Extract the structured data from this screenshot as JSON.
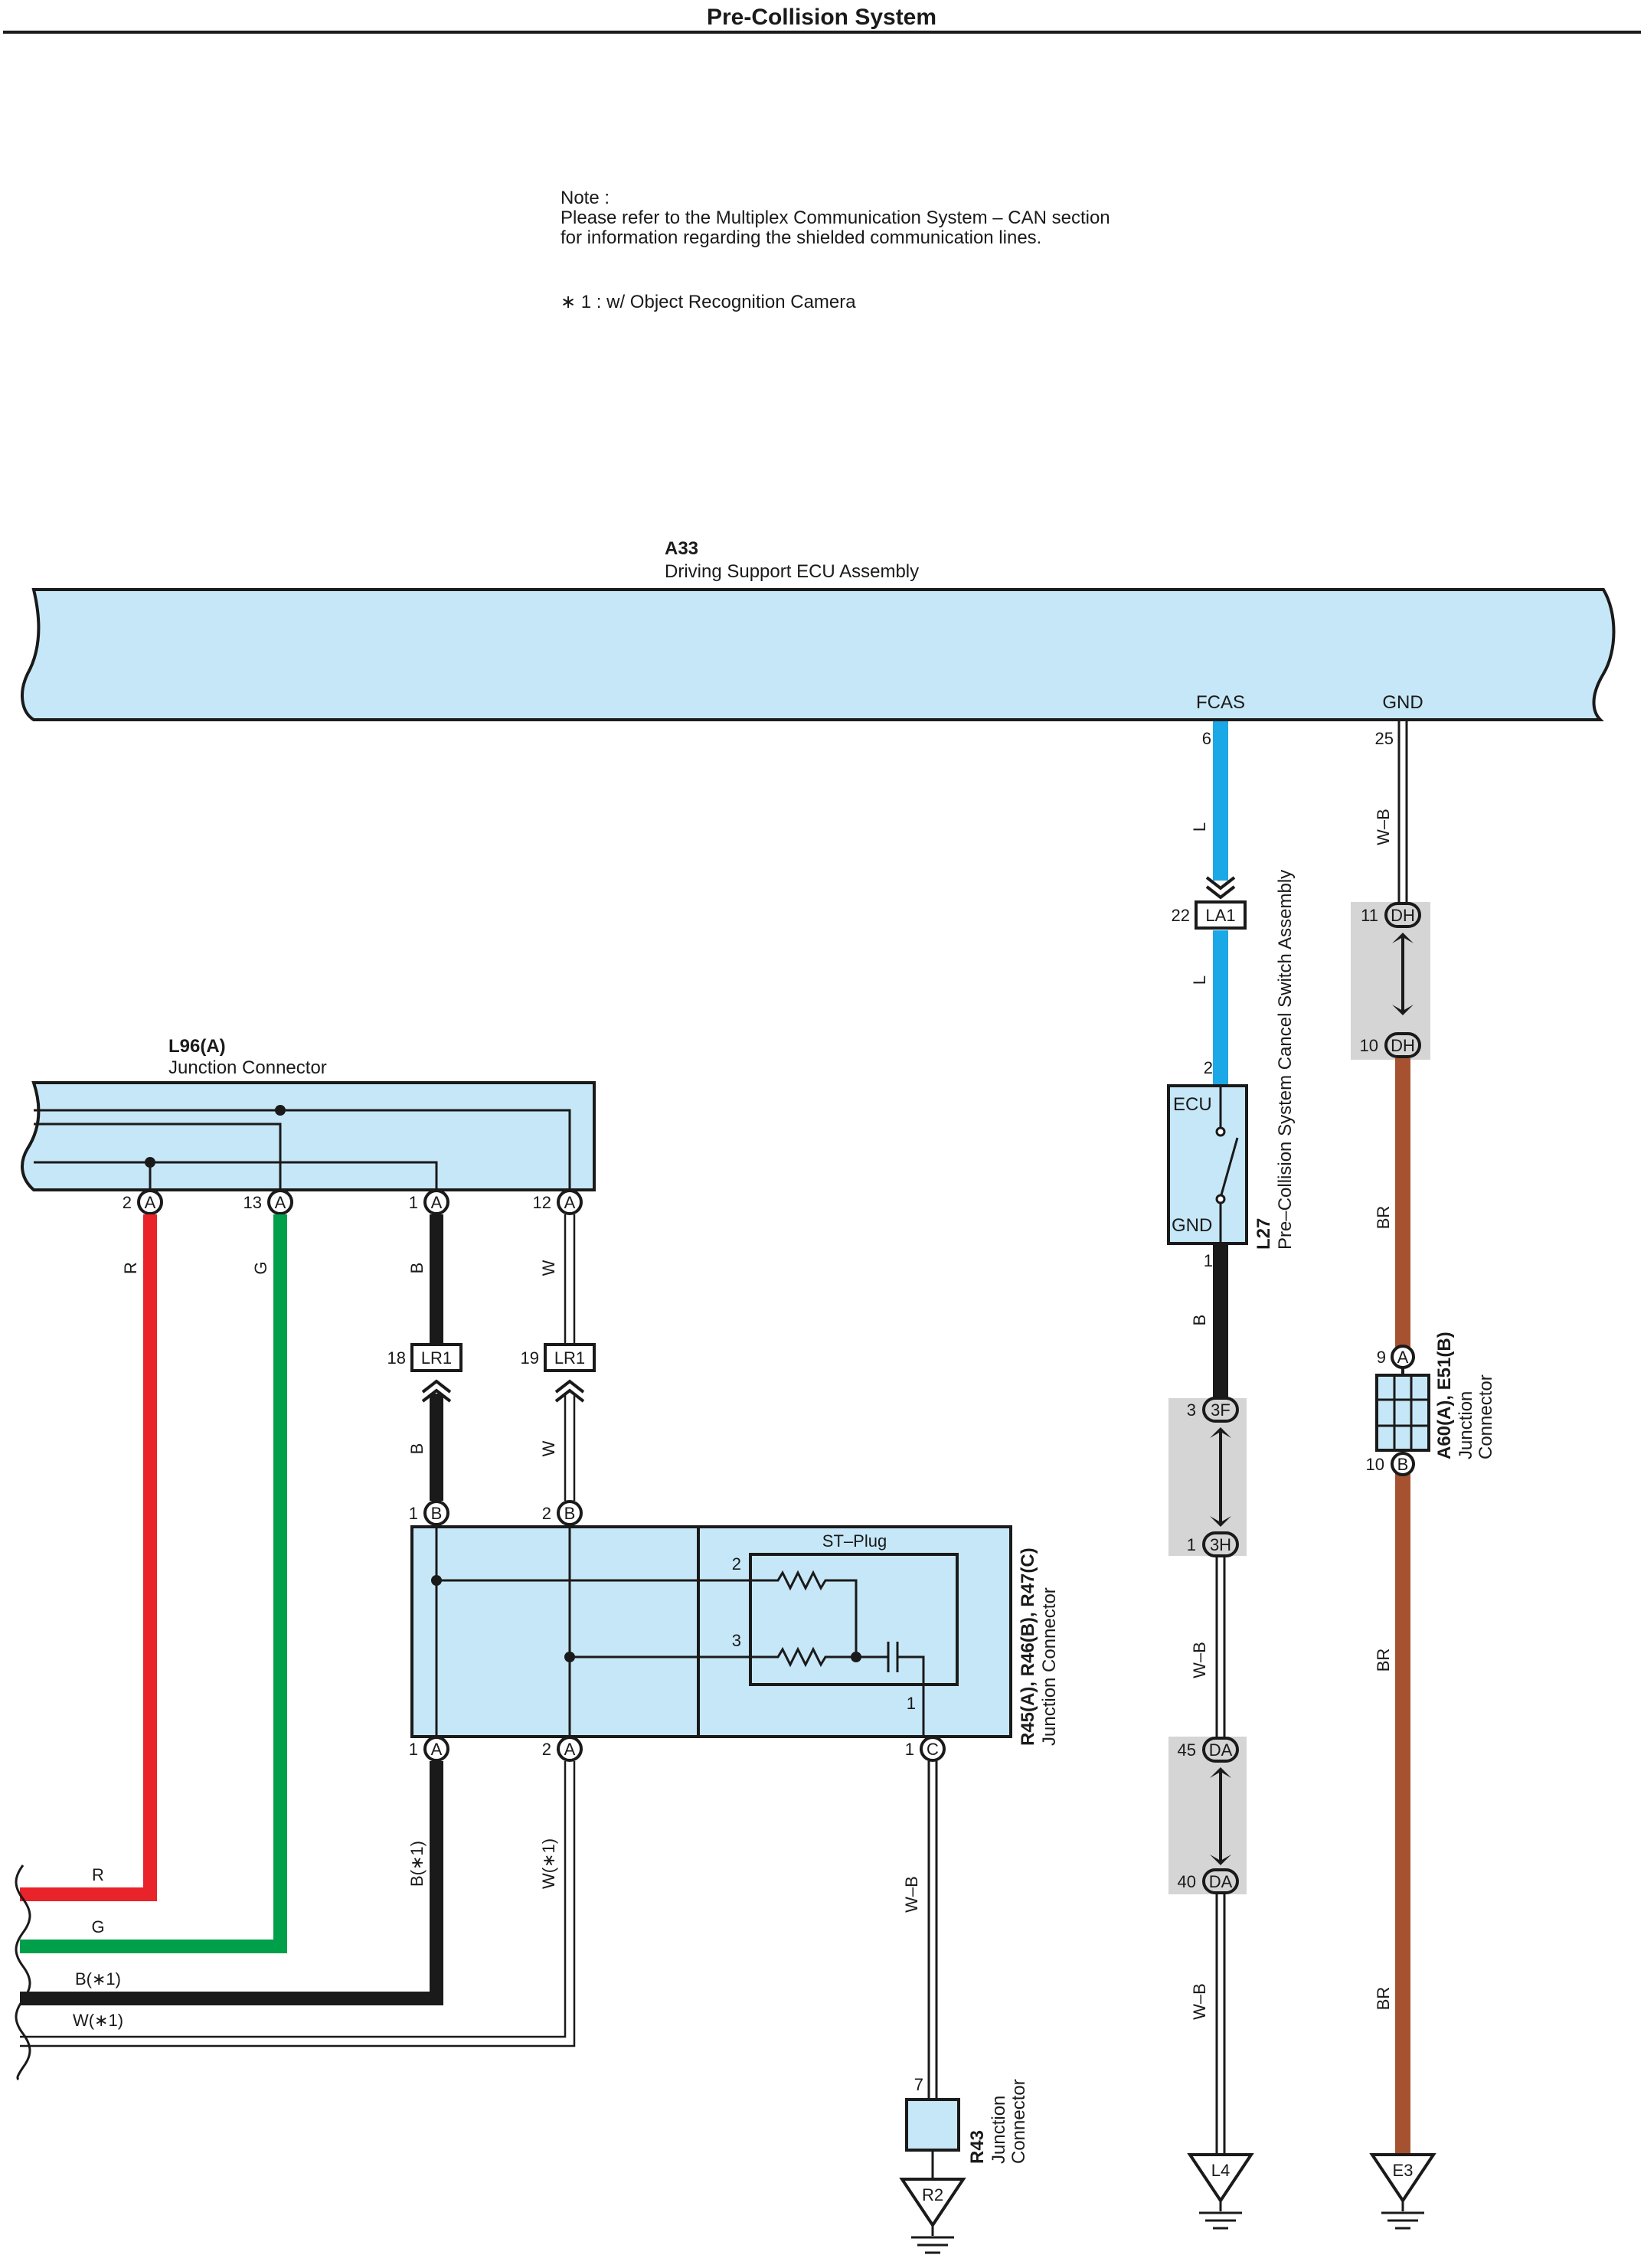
{
  "header": {
    "title": "Pre-Collision System"
  },
  "notes": {
    "line1": "Note :",
    "line2": "Please refer to the Multiplex Communication System – CAN section",
    "line3": "for information regarding the shielded communication lines.",
    "footnote": "∗ 1 : w/ Object Recognition Camera"
  },
  "a33": {
    "id": "A33",
    "name": "Driving Support ECU Assembly",
    "term_fcas": "FCAS",
    "term_gnd": "GND",
    "pin_fcas": "6",
    "pin_gnd": "25"
  },
  "l96": {
    "id": "L96(A)",
    "name": "Junction Connector",
    "pins": [
      "2",
      "13",
      "1",
      "12"
    ],
    "letter": "A"
  },
  "lr1": {
    "label": "LR1",
    "pin_b": "18",
    "pin_w": "19"
  },
  "r45": {
    "label": "R45(A), R46(B), R47(C)",
    "name": "Junction Connector",
    "plug": "ST–Plug",
    "top_pins": [
      "1",
      "2"
    ],
    "top_letter": "B",
    "bot_pins": [
      "1",
      "2"
    ],
    "bot_letter": "A",
    "c_pin": "1",
    "c_letter": "C",
    "plug_pins": [
      "2",
      "3",
      "1"
    ]
  },
  "r43": {
    "id": "R43",
    "name1": "Junction",
    "name2": "Connector",
    "pin": "7",
    "ground": "R2"
  },
  "la1": {
    "label": "LA1",
    "pin": "22"
  },
  "l27": {
    "id": "L27",
    "name": "Pre–Collision System Cancel Switch Assembly",
    "ecu": "ECU",
    "gnd": "GND",
    "pin_top": "2",
    "pin_bot": "1"
  },
  "j3f": {
    "pin_top": "3",
    "lbl_top": "3F",
    "pin_bot": "1",
    "lbl_bot": "3H"
  },
  "jda": {
    "pin_top": "45",
    "lbl_top": "DA",
    "pin_bot": "40",
    "lbl_bot": "DA"
  },
  "jdh": {
    "pin_top": "11",
    "lbl_top": "DH",
    "pin_bot": "10",
    "lbl_bot": "DH"
  },
  "a60": {
    "label": "A60(A), E51(B)",
    "name1": "Junction",
    "name2": "Connector",
    "pin_top": "9",
    "lbl_top": "A",
    "pin_bot": "10",
    "lbl_bot": "B"
  },
  "grounds": {
    "l4": "L4",
    "e3": "E3"
  },
  "wires": {
    "r": "R",
    "g": "G",
    "b": "B",
    "w": "W",
    "l": "L",
    "wb": "W–B",
    "br": "BR",
    "b1": "B(∗1)",
    "w1": "W(∗1)"
  },
  "colors": {
    "box_fill": "#c6e7f7",
    "wire_red": "#e8232a",
    "wire_green": "#00a04a",
    "wire_blue": "#1ba8e6",
    "wire_brown": "#a65230",
    "wire_black": "#1a1a1a",
    "shade": "#d5d5d5"
  }
}
